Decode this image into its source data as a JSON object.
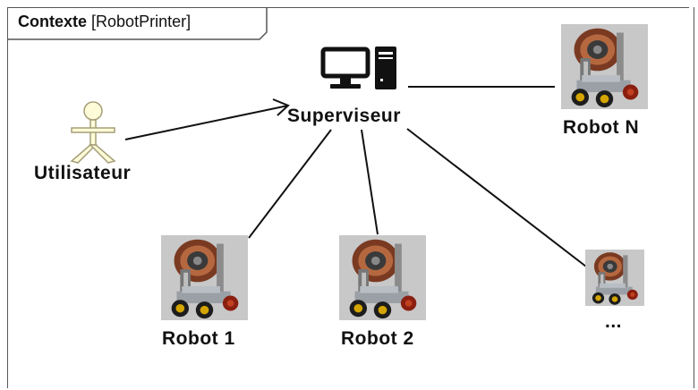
{
  "frame": {
    "keyword": "Contexte",
    "name": "[RobotPrinter]"
  },
  "nodes": {
    "actor": {
      "label": "Utilisateur",
      "icon": "actor-stick-figure-icon"
    },
    "supervisor": {
      "label": "Superviseur",
      "icon": "computer-workstation-icon"
    },
    "robot_n": {
      "label": "Robot N",
      "icon": "robot-printer-icon"
    },
    "robot_1": {
      "label": "Robot 1",
      "icon": "robot-printer-icon"
    },
    "robot_2": {
      "label": "Robot 2",
      "icon": "robot-printer-icon"
    },
    "robot_more": {
      "label": "...",
      "icon": "robot-printer-icon"
    }
  },
  "colors": {
    "frame": "#555555",
    "line": "#111111",
    "actor_fill": "#fdfbd8",
    "actor_stroke": "#a59e78"
  }
}
